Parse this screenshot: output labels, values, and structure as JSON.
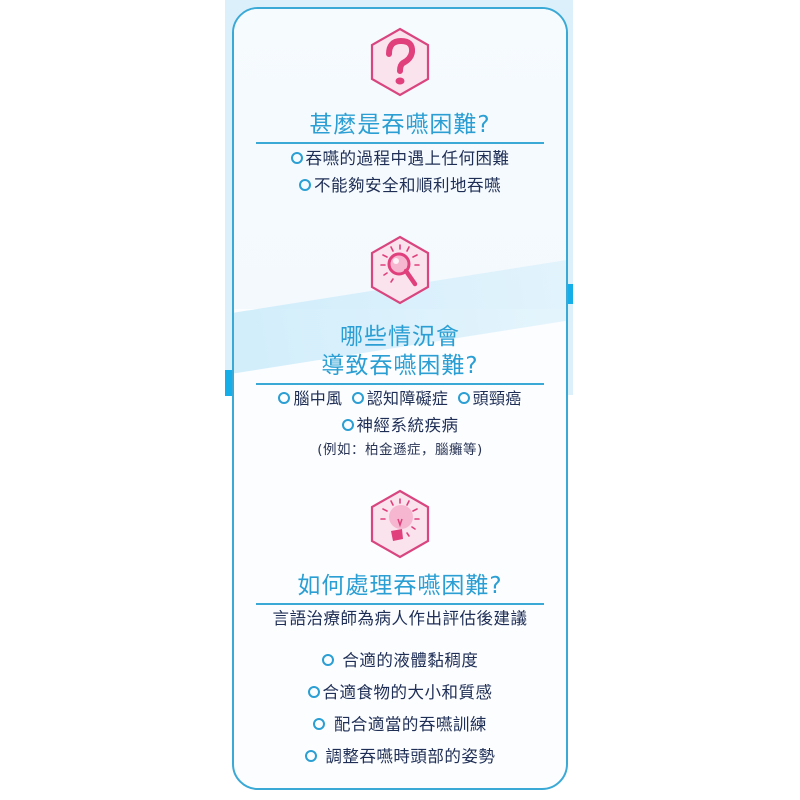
{
  "colors": {
    "accent_blue": "#2b9fd3",
    "border_blue": "#3aa9d6",
    "tab_cyan": "#15aee8",
    "icon_pink": "#e0407c",
    "text_navy": "#1f2e55"
  },
  "sections": [
    {
      "icon": "question-mark-icon",
      "title": "甚麼是吞嚥困難?",
      "items": [
        "吞嚥的過程中遇上任何困難",
        "不能夠安全和順利地吞嚥"
      ]
    },
    {
      "icon": "magnifier-icon",
      "title_line1": "哪些情況會",
      "title_line2": "導致吞嚥困難?",
      "items": [
        "腦中風",
        "認知障礙症",
        "頭頸癌",
        "神經系統疾病"
      ],
      "note": "(例如：柏金遜症，腦癱等)"
    },
    {
      "icon": "lightbulb-icon",
      "title": "如何處理吞嚥困難?",
      "subtitle": "言語治療師為病人作出評估後建議",
      "items": [
        "合適的液體黏稠度",
        "合適食物的大小和質感",
        "配合適當的吞嚥訓練",
        "調整吞嚥時頭部的姿勢"
      ]
    }
  ]
}
